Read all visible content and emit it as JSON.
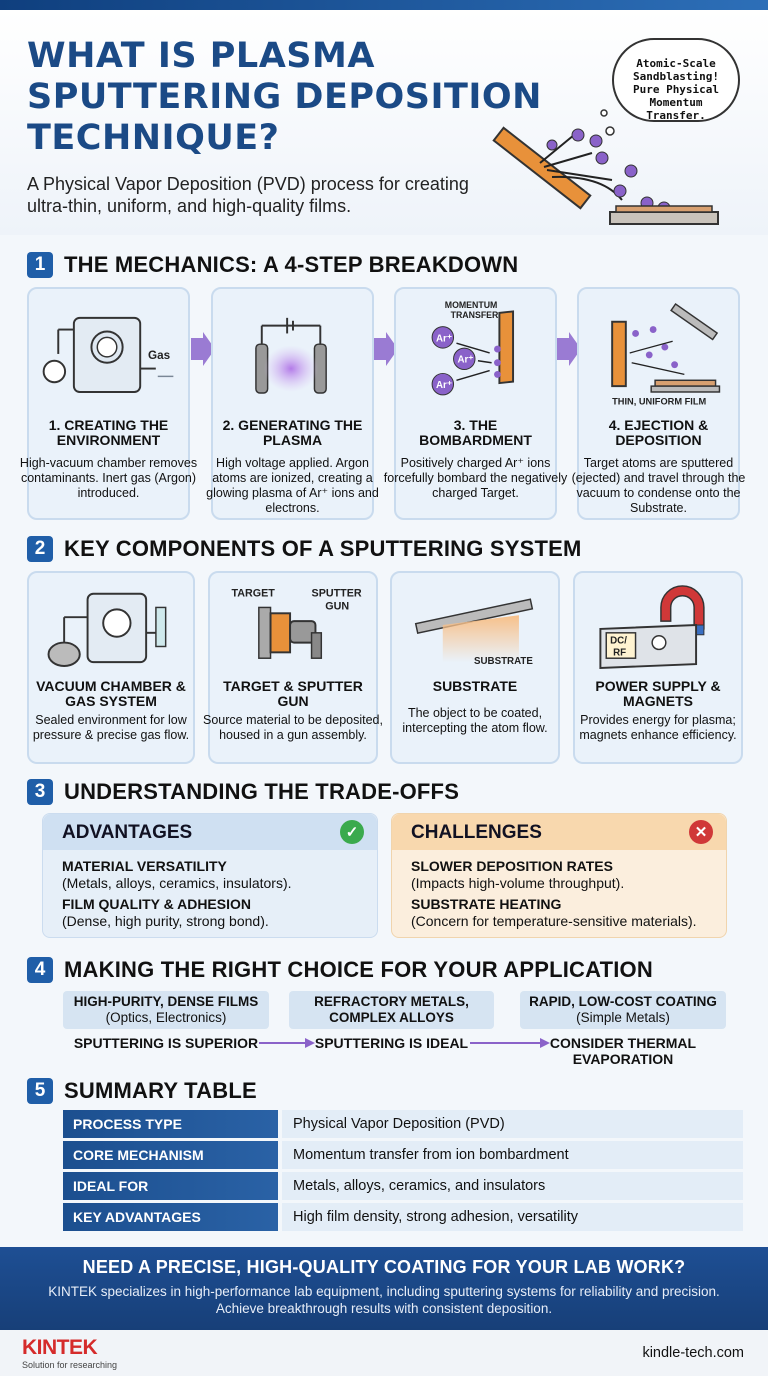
{
  "header": {
    "title": "WHAT IS PLASMA SPUTTERING DEPOSITION TECHNIQUE?",
    "subtitle": "A Physical Vapor Deposition (PVD) process for creating ultra-thin, uniform, and high-quality films.",
    "bubble": "Atomic-Scale Sandblasting! Pure Physical Momentum Transfer."
  },
  "section1": {
    "number": "1",
    "title": "THE MECHANICS: A 4-STEP BREAKDOWN",
    "steps": [
      {
        "title": "1. CREATING THE ENVIRONMENT",
        "desc": "High-vacuum chamber removes contaminants. Inert gas (Argon) introduced.",
        "art_label": "Gas"
      },
      {
        "title": "2. GENERATING THE PLASMA",
        "desc": "High voltage applied. Argon atoms are ionized, creating a glowing plasma of Ar⁺ ions and electrons."
      },
      {
        "title": "3. THE BOMBARDMENT",
        "desc": "Positively charged Ar⁺ ions forcefully bombard the negatively charged Target.",
        "art_label": "MOMENTUM TRANSFER",
        "ion_label": "Ar⁺"
      },
      {
        "title": "4. EJECTION & DEPOSITION",
        "desc": "Target atoms are sputtered (ejected) and travel through the vacuum to condense onto the Substrate.",
        "art_label": "THIN, UNIFORM FILM"
      }
    ]
  },
  "section2": {
    "number": "2",
    "title": "KEY COMPONENTS OF A SPUTTERING SYSTEM",
    "components": [
      {
        "title": "VACUUM CHAMBER & GAS SYSTEM",
        "desc": "Sealed environment for low pressure & precise gas flow."
      },
      {
        "title": "TARGET & SPUTTER GUN",
        "desc": "Source material to be deposited, housed in a gun assembly.",
        "label_a": "TARGET",
        "label_b": "SPUTTER GUN"
      },
      {
        "title": "SUBSTRATE",
        "desc": "The object to be coated, intercepting the atom flow.",
        "label_a": "SUBSTRATE"
      },
      {
        "title": "POWER SUPPLY & MAGNETS",
        "desc": "Provides energy for plasma; magnets enhance efficiency.",
        "label_a": "DC/",
        "label_b": "RF"
      }
    ]
  },
  "section3": {
    "number": "3",
    "title": "UNDERSTANDING THE TRADE-OFFS",
    "advantages": {
      "title": "ADVANTAGES",
      "icon": "check-icon",
      "items": [
        {
          "title": "MATERIAL VERSATILITY",
          "desc": "(Metals, alloys, ceramics, insulators)."
        },
        {
          "title": "FILM QUALITY & ADHESION",
          "desc": "(Dense, high purity, strong bond)."
        }
      ]
    },
    "challenges": {
      "title": "CHALLENGES",
      "icon": "x-icon",
      "items": [
        {
          "title": "SLOWER DEPOSITION RATES",
          "desc": "(Impacts high-volume throughput)."
        },
        {
          "title": "SUBSTRATE HEATING",
          "desc": "(Concern for temperature-sensitive materials)."
        }
      ]
    }
  },
  "section4": {
    "number": "4",
    "title": "MAKING THE RIGHT CHOICE FOR YOUR APPLICATION",
    "choices": [
      {
        "need": "HIGH-PURITY, DENSE FILMS",
        "detail": "(Optics, Electronics)",
        "result": "SPUTTERING IS SUPERIOR"
      },
      {
        "need": "REFRACTORY METALS,",
        "detail": "COMPLEX ALLOYS",
        "result": "SPUTTERING IS IDEAL"
      },
      {
        "need": "RAPID, LOW-COST COATING",
        "detail": "(Simple Metals)",
        "result": "CONSIDER THERMAL EVAPORATION"
      }
    ]
  },
  "section5": {
    "number": "5",
    "title": "SUMMARY TABLE",
    "rows": [
      {
        "key": "PROCESS TYPE",
        "value": "Physical Vapor Deposition (PVD)"
      },
      {
        "key": "CORE MECHANISM",
        "value": "Momentum transfer from ion bombardment"
      },
      {
        "key": "IDEAL FOR",
        "value": "Metals, alloys, ceramics, and insulators"
      },
      {
        "key": "KEY ADVANTAGES",
        "value": "High film density, strong adhesion, versatility"
      }
    ]
  },
  "cta": {
    "title": "NEED A PRECISE, HIGH-QUALITY COATING FOR YOUR LAB WORK?",
    "text": "KINTEK specializes in high-performance lab equipment, including sputtering systems for reliability and precision. Achieve breakthrough results with consistent deposition."
  },
  "footer": {
    "logo": "KINTEK",
    "tagline": "Solution for researching",
    "site": "kindle-tech.com"
  },
  "colors": {
    "brand_blue": "#1b4a86",
    "accent_purple": "#8a62c9",
    "target_orange": "#e8913a",
    "check_green": "#3aaa4d",
    "cross_red": "#d03838"
  }
}
